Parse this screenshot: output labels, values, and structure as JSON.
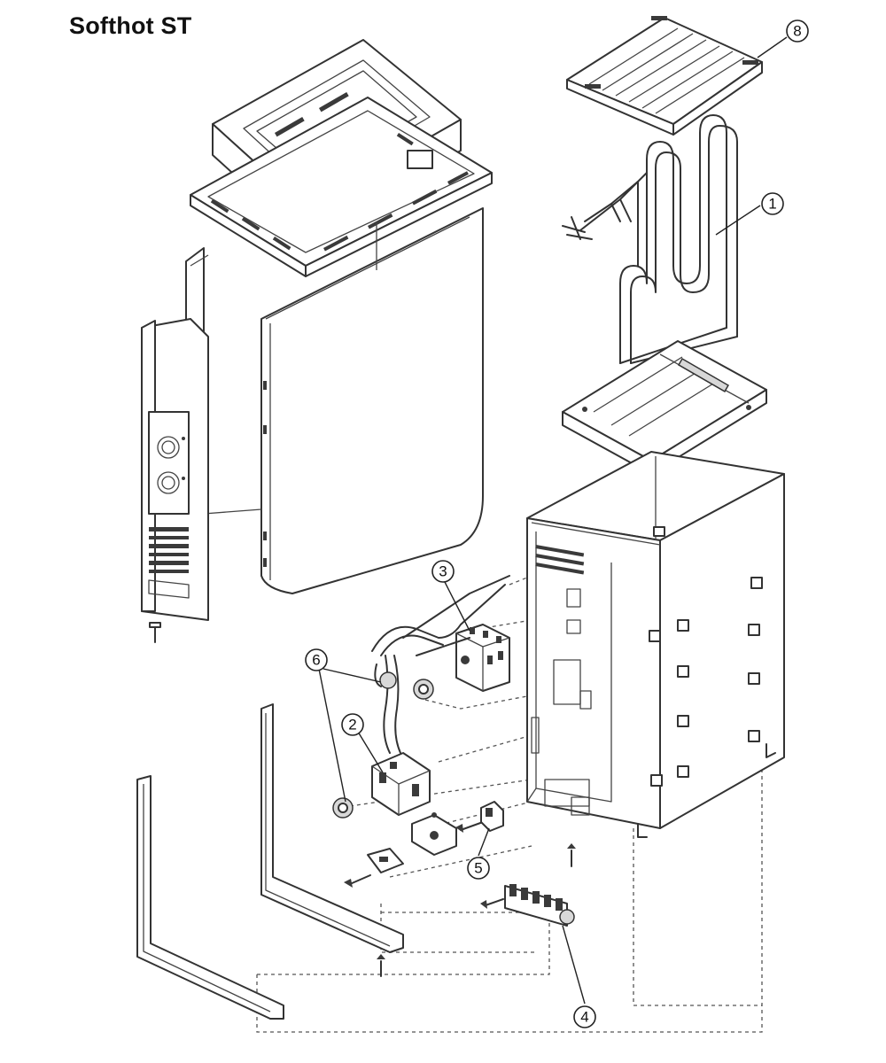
{
  "title": "Softhot ST",
  "callouts": [
    {
      "id": "1",
      "label": "1"
    },
    {
      "id": "2",
      "label": "2"
    },
    {
      "id": "3",
      "label": "3"
    },
    {
      "id": "4",
      "label": "4"
    },
    {
      "id": "5",
      "label": "5"
    },
    {
      "id": "6",
      "label": "6"
    },
    {
      "id": "8",
      "label": "8"
    }
  ]
}
